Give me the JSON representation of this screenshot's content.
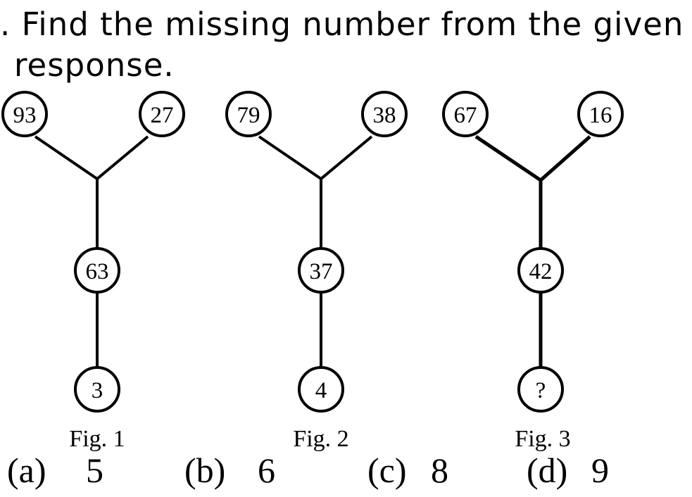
{
  "question": {
    "line1": ". Find the missing number from the given",
    "line2": "response."
  },
  "figures": [
    {
      "caption": "Fig. 1",
      "top_left": "93",
      "top_right": "27",
      "middle": "63",
      "bottom": "3"
    },
    {
      "caption": "Fig. 2",
      "top_left": "79",
      "top_right": "38",
      "middle": "37",
      "bottom": "4"
    },
    {
      "caption": "Fig. 3",
      "top_left": "67",
      "top_right": "16",
      "middle": "42",
      "bottom": "?"
    }
  ],
  "options": [
    {
      "label": "(a)",
      "value": "5"
    },
    {
      "label": "(b)",
      "value": "6"
    },
    {
      "label": "(c)",
      "value": "8"
    },
    {
      "label": "(d)",
      "value": "9"
    }
  ]
}
